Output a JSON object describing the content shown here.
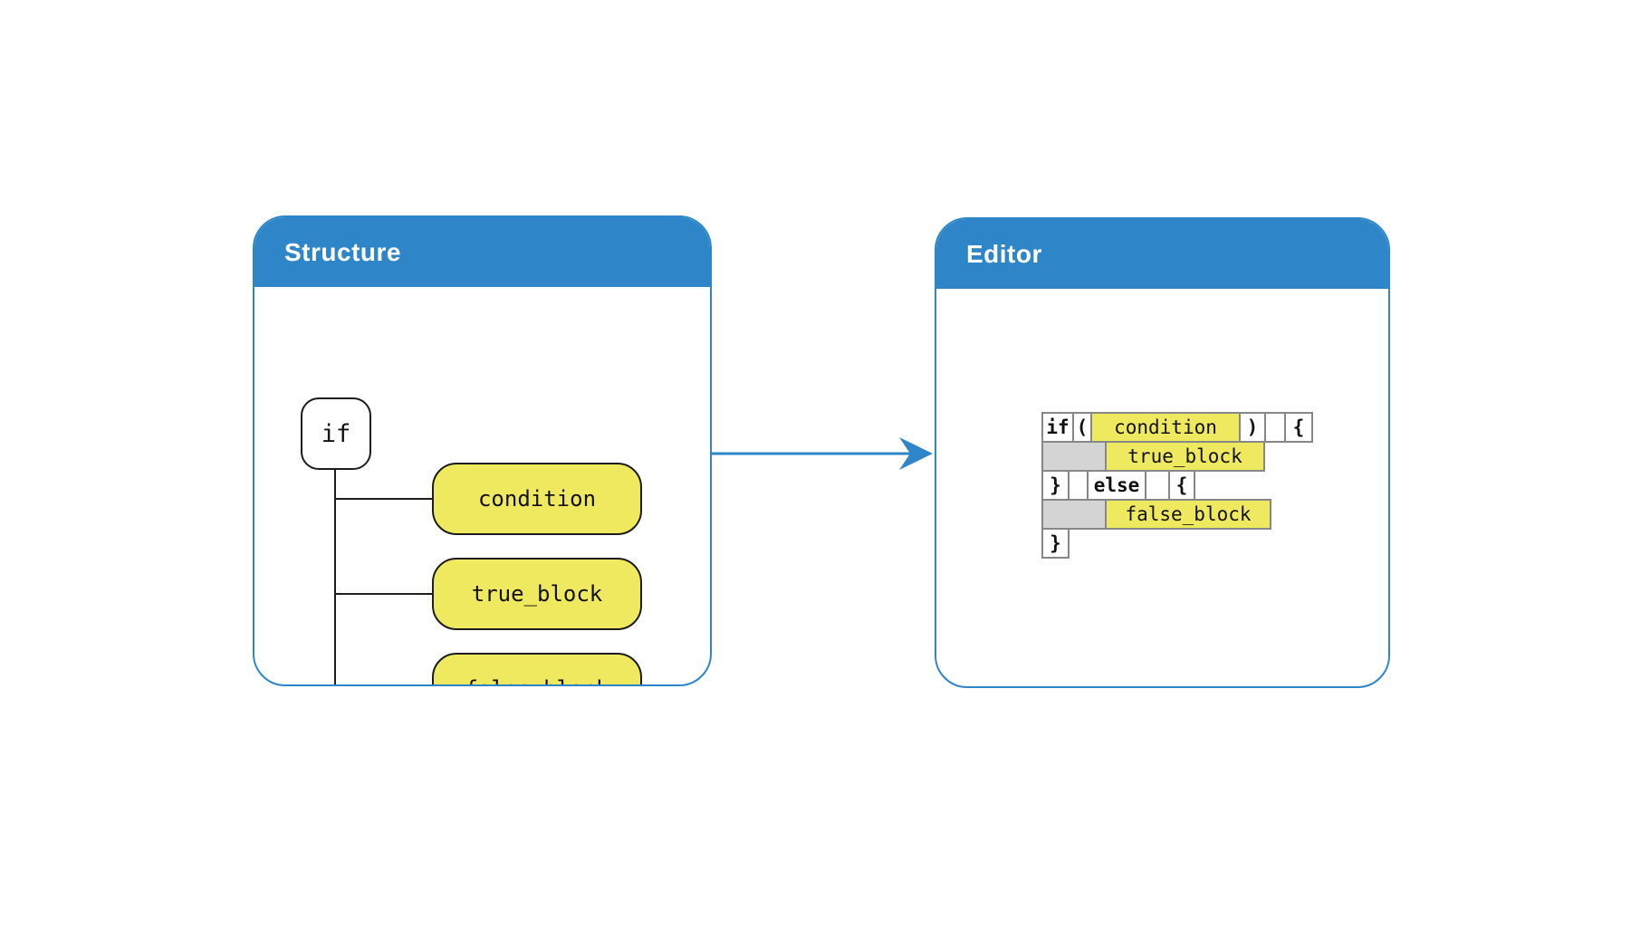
{
  "colors": {
    "panel_blue": "#2e86c8",
    "block_yellow": "#efe95f",
    "indent_gray": "#d4d4d4",
    "tree_outline": "#1c1c1c",
    "cell_border": "#878787"
  },
  "structure_panel": {
    "title": "Structure",
    "tree": {
      "root_label": "if",
      "children": [
        {
          "label": "condition"
        },
        {
          "label": "true_block"
        },
        {
          "label": "false_block"
        }
      ]
    }
  },
  "editor_panel": {
    "title": "Editor",
    "code_rows": [
      {
        "cells": [
          {
            "text": "if"
          },
          {
            "text": "("
          },
          {
            "text": "condition"
          },
          {
            "text": ")"
          },
          {
            "text": ""
          },
          {
            "text": "{"
          }
        ]
      },
      {
        "cells": [
          {
            "text": ""
          },
          {
            "text": "true_block"
          }
        ]
      },
      {
        "cells": [
          {
            "text": "}"
          },
          {
            "text": ""
          },
          {
            "text": "else"
          },
          {
            "text": ""
          },
          {
            "text": "{"
          }
        ]
      },
      {
        "cells": [
          {
            "text": ""
          },
          {
            "text": "false_block"
          }
        ]
      },
      {
        "cells": [
          {
            "text": "}"
          }
        ]
      }
    ]
  }
}
